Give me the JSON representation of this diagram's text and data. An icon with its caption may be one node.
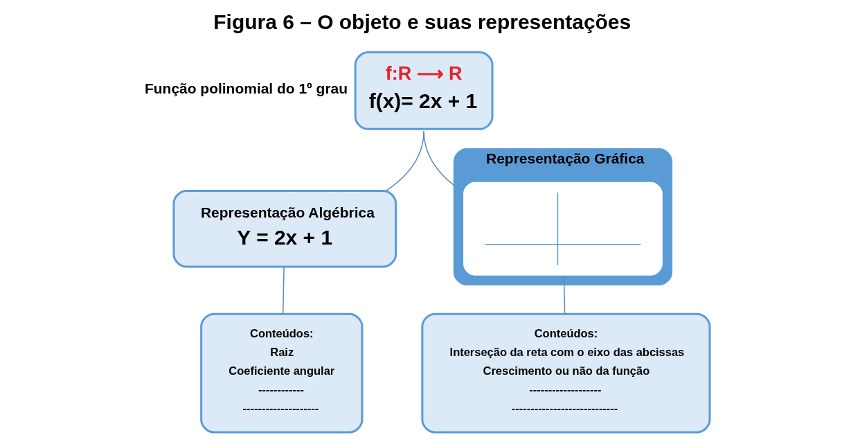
{
  "diagram": {
    "title": "Figura 6 – O objeto e suas representações",
    "nodes": [
      {
        "text": [
          "f:R ⟶ R",
          "f(x)= 2x + 1"
        ],
        "beside": [
          "Função polinomial do 1º grau"
        ]
      },
      {
        "text": [
          "Representação Algébrica",
          "Y = 2x + 1"
        ]
      },
      {
        "text": [
          "Representação Gráfica"
        ]
      },
      {
        "text": [],
        "shape": "picture",
        "in": 2
      },
      {
        "text": [
          "Conteúdos:",
          "Raiz",
          "Coeficiente angular",
          "------------",
          "--------------------"
        ]
      },
      {
        "text": [
          "Conteúdos:",
          "Interseção da reta com o eixo das abcissas",
          "Crescimento ou não da função",
          "-------------------",
          "----------------------------"
        ]
      }
    ],
    "edges": [
      {
        "from": 0,
        "to": 1,
        "arrow": "none"
      },
      {
        "from": 0,
        "to": 2,
        "arrow": "none"
      },
      {
        "from": 1,
        "to": 4,
        "arrow": "none"
      },
      {
        "from": 3,
        "to": 5,
        "arrow": "none"
      }
    ]
  }
}
